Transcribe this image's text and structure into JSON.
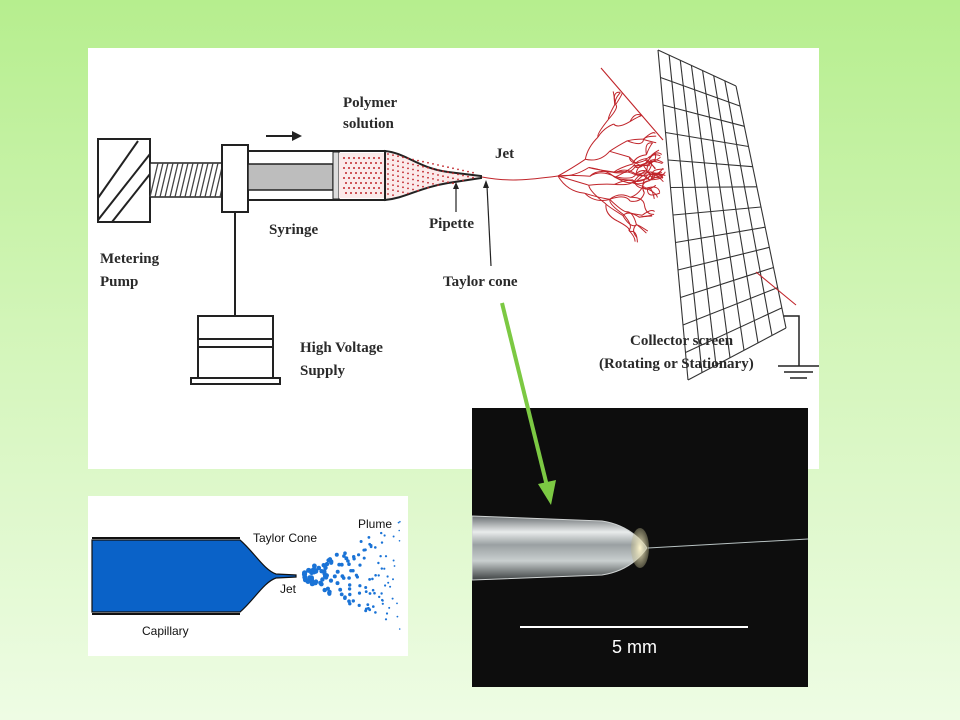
{
  "main_diagram": {
    "labels": {
      "polymer_line1": "Polymer",
      "polymer_line2": "solution",
      "jet": "Jet",
      "metering_line1": "Metering",
      "metering_line2": "Pump",
      "syringe": "Syringe",
      "pipette": "Pipette",
      "taylor_cone": "Taylor cone",
      "high_voltage_line1": "High Voltage",
      "high_voltage_line2": "Supply",
      "collector_line1": "Collector screen",
      "collector_line2": "(Rotating or Stationary)"
    }
  },
  "small_diagram": {
    "labels": {
      "taylor_cone": "Taylor Cone",
      "plume": "Plume",
      "jet": "Jet",
      "capillary": "Capillary"
    },
    "colors": {
      "fluid": "#0a62c8"
    }
  },
  "photo": {
    "scale_label": "5 mm"
  },
  "colors": {
    "fiber": "#c0242a",
    "pointer_arrow": "#7cc943",
    "background_top": "#b6ee8e"
  }
}
